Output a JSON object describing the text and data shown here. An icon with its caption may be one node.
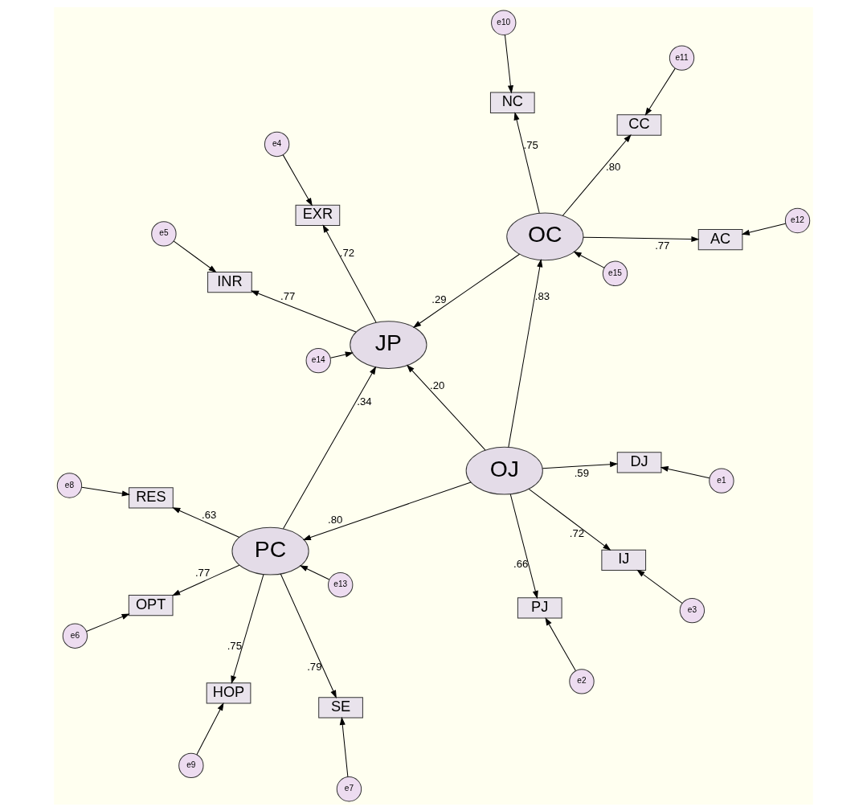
{
  "diagram": {
    "nodes": [
      {
        "text": [
          "e1"
        ]
      },
      {
        "text": [
          "e2"
        ]
      },
      {
        "text": [
          "e3"
        ]
      },
      {
        "text": [
          "DJ"
        ]
      },
      {
        "text": [
          "PJ"
        ]
      },
      {
        "text": [
          "IJ"
        ]
      },
      {
        "text": [
          "OJ"
        ]
      },
      {
        "text": [
          "OPT"
        ]
      },
      {
        "text": [
          "e6"
        ]
      },
      {
        "text": [
          "e12"
        ]
      },
      {
        "text": [
          "AC"
        ]
      },
      {
        "text": [
          "e15"
        ]
      },
      {
        "text": [
          "e13"
        ]
      },
      {
        "text": [
          "SE"
        ]
      },
      {
        "text": [
          "e7"
        ]
      },
      {
        "text": [
          "e11"
        ]
      },
      {
        "text": [
          "CC"
        ]
      },
      {
        "text": [
          "OC"
        ]
      },
      {
        "text": [
          "PC"
        ]
      },
      {
        "text": [
          "RES"
        ]
      },
      {
        "text": [
          "e8"
        ]
      },
      {
        "text": [
          "e10"
        ]
      },
      {
        "text": [
          "NC"
        ]
      },
      {
        "text": [
          "JP"
        ]
      },
      {
        "text": [
          "e14"
        ]
      },
      {
        "text": [
          "HOP"
        ]
      },
      {
        "text": [
          "e9"
        ]
      },
      {
        "text": [
          "INR"
        ]
      },
      {
        "text": [
          "EXR"
        ]
      },
      {
        "text": [
          "e5"
        ]
      },
      {
        "text": [
          "e4"
        ]
      }
    ],
    "edges": [
      {
        "from": 0,
        "to": 3,
        "arrow": "to"
      },
      {
        "from": 1,
        "to": 4,
        "arrow": "to"
      },
      {
        "from": 2,
        "to": 5,
        "arrow": "to"
      },
      {
        "from": 6,
        "to": 3,
        "arrow": "to",
        "label": ".59"
      },
      {
        "from": 6,
        "to": 4,
        "arrow": "to",
        "label": ".66"
      },
      {
        "from": 6,
        "to": 5,
        "arrow": "to",
        "label": ".72"
      },
      {
        "from": 6,
        "to": 17,
        "arrow": "to",
        "label": ".83"
      },
      {
        "from": 6,
        "to": 23,
        "arrow": "to",
        "label": ".20"
      },
      {
        "from": 6,
        "to": 18,
        "arrow": "to",
        "label": ".80"
      },
      {
        "from": 11,
        "to": 17,
        "arrow": "to"
      },
      {
        "from": 12,
        "to": 18,
        "arrow": "to"
      },
      {
        "from": 17,
        "to": 10,
        "arrow": "to",
        "label": ".77"
      },
      {
        "from": 17,
        "to": 16,
        "arrow": "to",
        "label": ".80"
      },
      {
        "from": 17,
        "to": 22,
        "arrow": "to",
        "label": ".75"
      },
      {
        "from": 9,
        "to": 10,
        "arrow": "to"
      },
      {
        "from": 15,
        "to": 16,
        "arrow": "to"
      },
      {
        "from": 21,
        "to": 22,
        "arrow": "to"
      },
      {
        "from": 18,
        "to": 7,
        "arrow": "to",
        "label": ".77"
      },
      {
        "from": 18,
        "to": 13,
        "arrow": "to",
        "label": ".79"
      },
      {
        "from": 18,
        "to": 19,
        "arrow": "to",
        "label": ".63"
      },
      {
        "from": 18,
        "to": 25,
        "arrow": "to",
        "label": ".75"
      },
      {
        "from": 8,
        "to": 7,
        "arrow": "to"
      },
      {
        "from": 14,
        "to": 13,
        "arrow": "to"
      },
      {
        "from": 20,
        "to": 19,
        "arrow": "to"
      },
      {
        "from": 26,
        "to": 25,
        "arrow": "to"
      },
      {
        "from": 17,
        "to": 23,
        "arrow": "to",
        "label": ".29"
      },
      {
        "from": 18,
        "to": 23,
        "arrow": "to",
        "label": ".34"
      },
      {
        "from": 24,
        "to": 23,
        "arrow": "to"
      },
      {
        "from": 23,
        "to": 27,
        "arrow": "to",
        "label": ".77"
      },
      {
        "from": 23,
        "to": 28,
        "arrow": "to",
        "label": ".72"
      },
      {
        "from": 29,
        "to": 27,
        "arrow": "to"
      },
      {
        "from": 30,
        "to": 28,
        "arrow": "to"
      }
    ]
  }
}
